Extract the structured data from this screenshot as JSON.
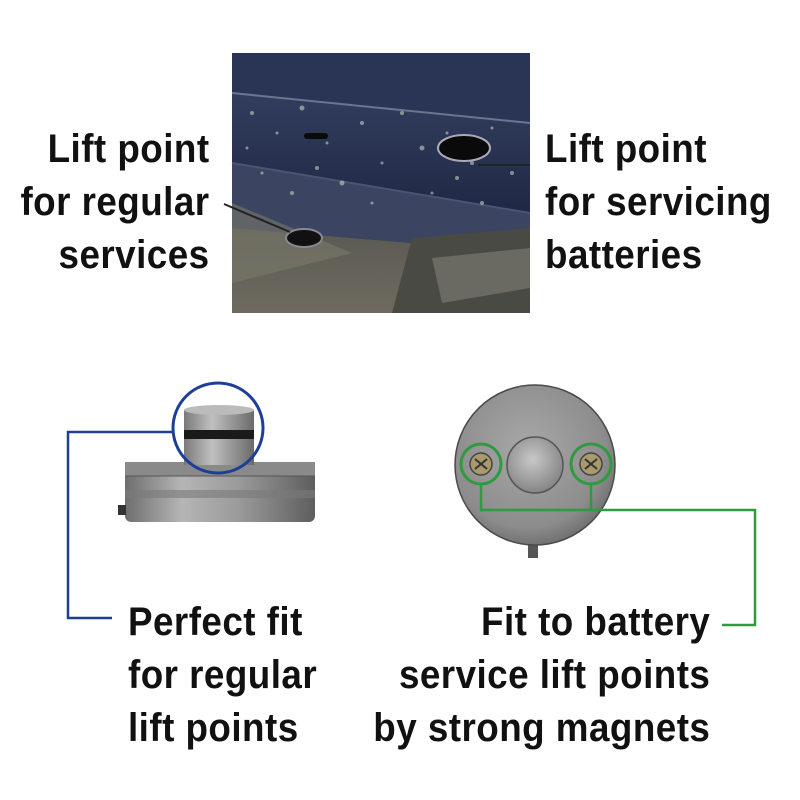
{
  "top_left_label": [
    "Lift point",
    "for regular",
    "services"
  ],
  "top_right_label": [
    "Lift point",
    "for servicing",
    "batteries"
  ],
  "bottom_left_label": [
    "Perfect fit",
    "for regular",
    "lift points"
  ],
  "bottom_right_label": [
    "Fit to battery",
    "service lift points",
    "by strong magnets"
  ],
  "colors": {
    "blue_callout": "#1f3f96",
    "green_callout": "#2f9a3f",
    "text": "#111111"
  },
  "images": {
    "undercarriage": "car-underbody-photo",
    "side_view": "jack-pad-side-view",
    "top_view": "jack-pad-top-view-with-magnets"
  }
}
